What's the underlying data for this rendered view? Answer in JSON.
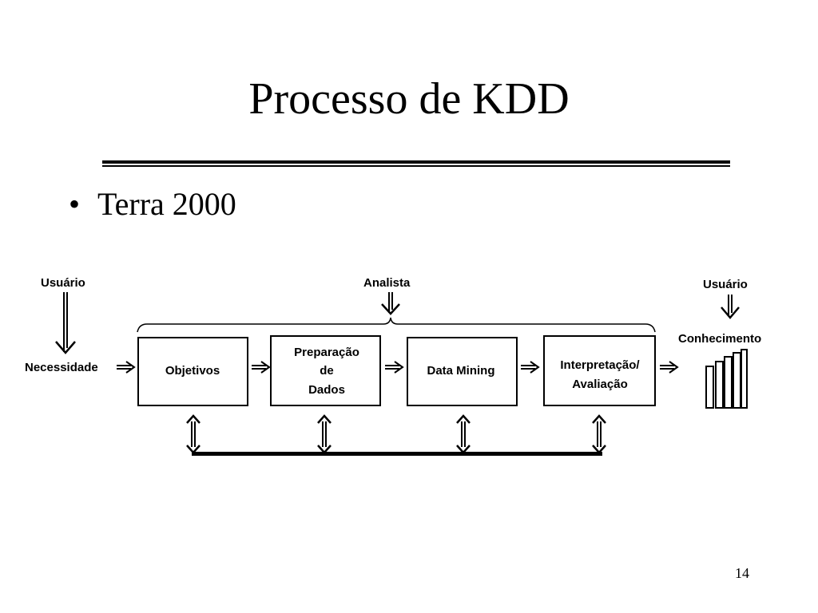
{
  "slide": {
    "title": "Processo de KDD",
    "bullet": "Terra 2000",
    "page_number": "14"
  },
  "diagram": {
    "user_in": "Usuário",
    "need": "Necessidade",
    "analyst": "Analista",
    "user_out": "Usuário",
    "knowledge": "Conhecimento",
    "steps": [
      {
        "lines": [
          "Objetivos"
        ]
      },
      {
        "lines": [
          "Preparação",
          "de",
          "Dados"
        ]
      },
      {
        "lines": [
          "Data Mining"
        ]
      },
      {
        "lines": [
          "Interpretação/",
          "Avaliação"
        ]
      }
    ]
  }
}
